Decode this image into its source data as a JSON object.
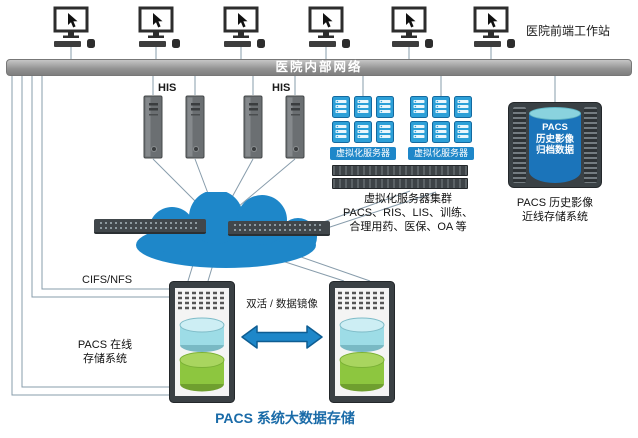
{
  "title": "PACS 系统大数据存储",
  "top": {
    "workstations_label": "医院前端工作站",
    "network_bar_label": "医院内部网络"
  },
  "his": {
    "label_left": "HIS",
    "label_right": "HIS"
  },
  "virtualization": {
    "server_group_1_label": "虚拟化服务器",
    "server_group_2_label": "虚拟化服务器",
    "cluster_title": "虚拟化服务器集群",
    "cluster_apps_line1": "PACS、RIS、LIS、训练、",
    "cluster_apps_line2": "合理用药、医保、OA 等"
  },
  "archive": {
    "cylinder_line1": "PACS",
    "cylinder_line2": "历史影像",
    "cylinder_line3": "归档数据",
    "caption_line1": "PACS 历史影像",
    "caption_line2": "近线存储系统"
  },
  "storage": {
    "cifs_nfs": "CIFS/NFS",
    "online_caption_line1": "PACS 在线",
    "online_caption_line2": "存储系统",
    "mirror_label": "双活 / 数据镜像"
  },
  "colors": {
    "accent_blue": "#1e87c9",
    "cylinder_blue": "#1b74ba",
    "storage_teal": "#9ddce6",
    "storage_green": "#8dc63f",
    "network_bar_gray": "#9a9a9a",
    "title_blue": "#1a6ba8"
  }
}
